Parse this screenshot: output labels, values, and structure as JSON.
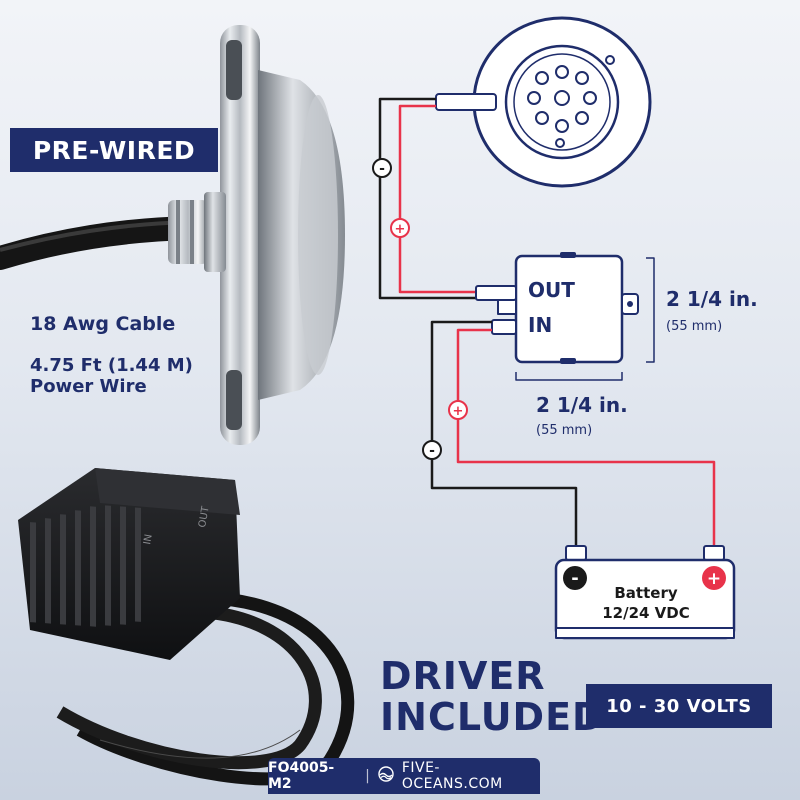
{
  "badges": {
    "pre_wired": "PRE-WIRED",
    "voltage": "10 - 30 VOLTS"
  },
  "cable_info": {
    "line1": "18 Awg Cable",
    "line2": "4.75 Ft (1.44 M)",
    "line3": "Power Wire"
  },
  "driver_box": {
    "label_in": "IN",
    "label_out": "OUT",
    "print_in": "IN",
    "print_out": "OUT"
  },
  "diagram": {
    "out_label": "OUT",
    "in_label": "IN",
    "height_dim": "2 1/4 in.",
    "height_dim_mm": "(55 mm)",
    "width_dim": "2 1/4 in.",
    "width_dim_mm": "(55 mm)",
    "minus": "-",
    "plus": "+",
    "battery_line1": "Battery",
    "battery_line2": "12/24 VDC"
  },
  "headline": {
    "line1": "DRIVER",
    "line2": "INCLUDED"
  },
  "footer": {
    "model": "FO4005-M2",
    "separator": "|",
    "site": "FIVE-OCEANS.COM"
  },
  "colors": {
    "navy": "#1f2d6b",
    "wire_red": "#e8334a",
    "wire_black": "#1a1a1a",
    "diagram_outline": "#1f2d6b"
  },
  "icons": {
    "brand_logo": "wave-globe-icon"
  }
}
